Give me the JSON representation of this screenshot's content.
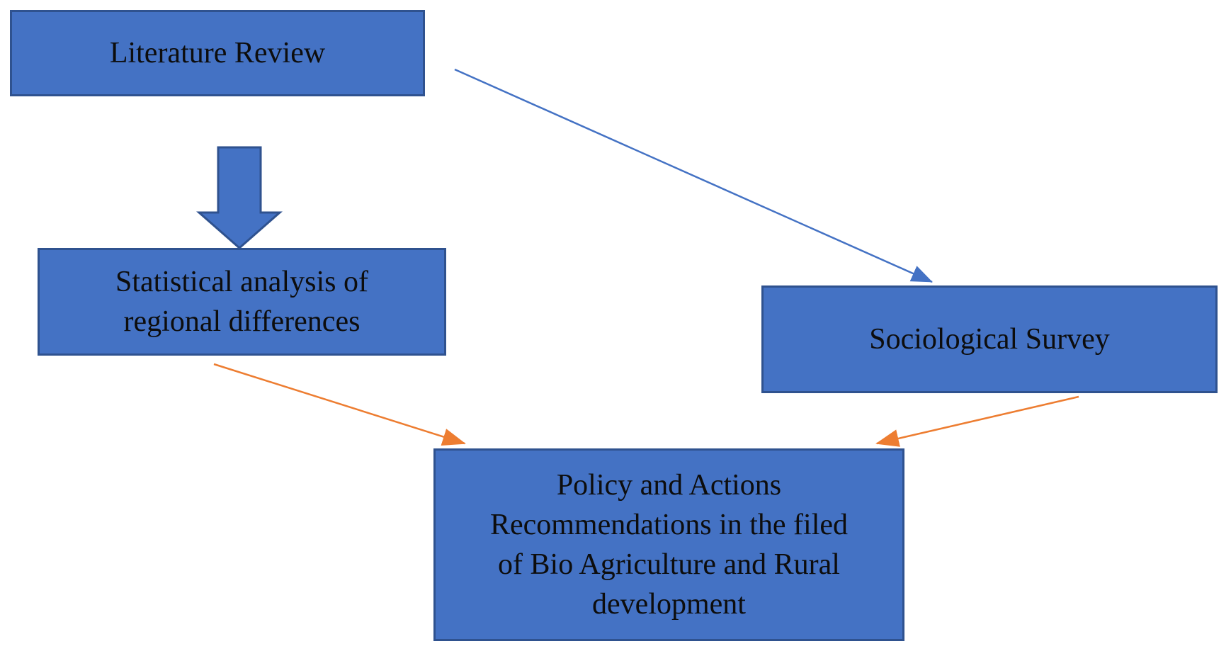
{
  "boxes": {
    "literature": {
      "label": "Literature Review"
    },
    "statistical": {
      "lines": [
        "Statistical analysis of",
        "regional differences"
      ]
    },
    "survey": {
      "label": "Sociological Survey"
    },
    "policy": {
      "lines": [
        "Policy and Actions",
        "Recommendations in the filed",
        "of Bio Agriculture and Rural",
        "development"
      ]
    }
  },
  "connectors": {
    "literature_to_statistical": {
      "type": "block-arrow-down",
      "color": "#4472C4"
    },
    "literature_to_survey": {
      "type": "thin-line-arrow",
      "color": "#4472C4"
    },
    "statistical_to_policy": {
      "type": "thin-line-arrow",
      "color": "#ED7D31"
    },
    "survey_to_policy": {
      "type": "thin-line-arrow",
      "color": "#ED7D31"
    }
  },
  "colors": {
    "box_fill": "#4472C4",
    "box_border": "#2F528F",
    "blue_arrow": "#4472C4",
    "orange_arrow": "#ED7D31",
    "text": "#0d0d0d",
    "background": "#FFFFFF"
  }
}
